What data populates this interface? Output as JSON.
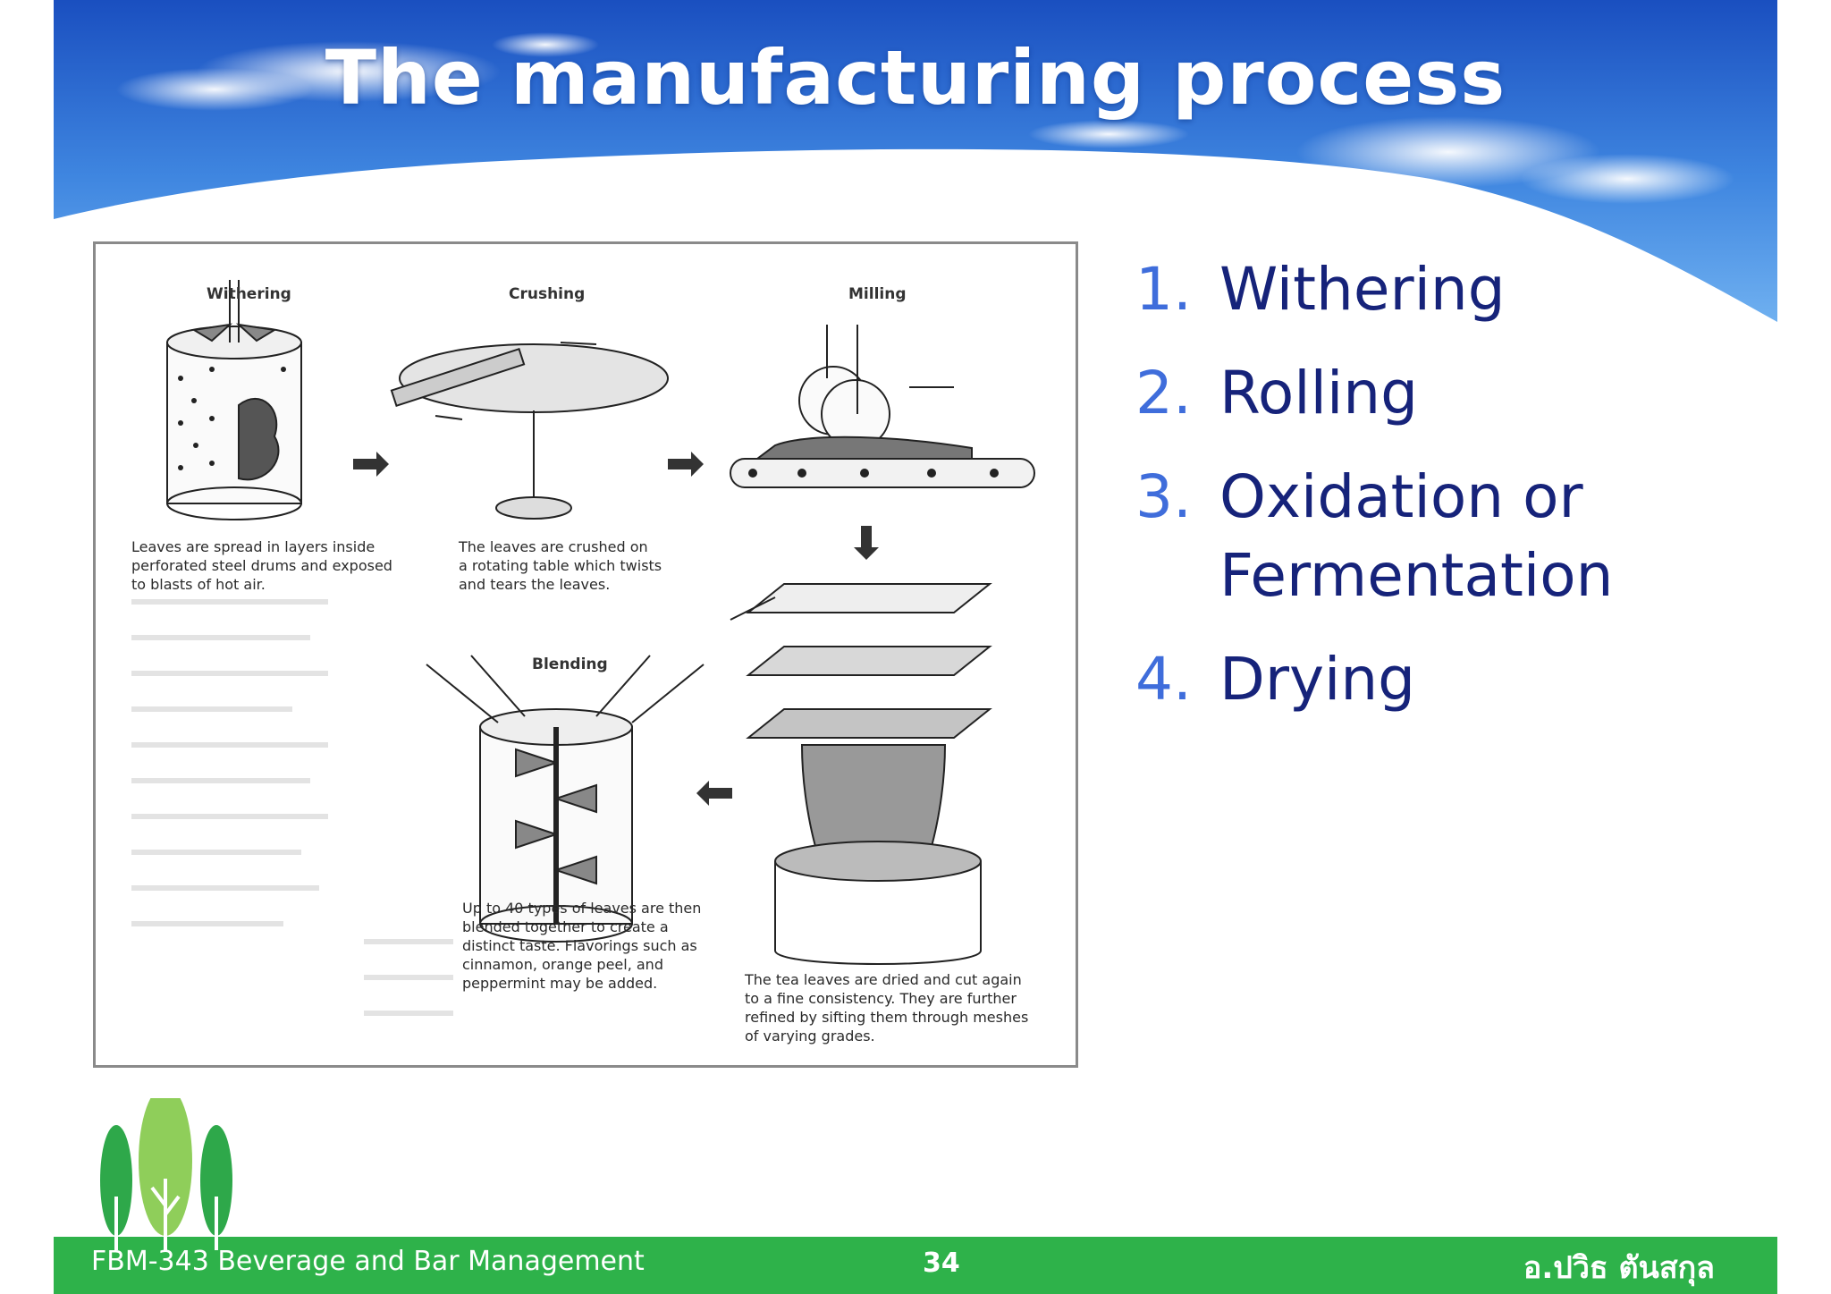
{
  "slide": {
    "title": "The manufacturing process",
    "steps": [
      {
        "num": "1.",
        "label": "Withering"
      },
      {
        "num": "2.",
        "label": "Rolling"
      },
      {
        "num": "3.",
        "label": "Oxidation or Fermentation"
      },
      {
        "num": "4.",
        "label": "Drying"
      }
    ]
  },
  "figure": {
    "labels": {
      "withering": "Withering",
      "crushing": "Crushing",
      "milling": "Milling",
      "blending": "Blending"
    },
    "captions": {
      "withering": "Leaves are spread in layers inside\nperforated steel drums and exposed\nto blasts of hot air.",
      "crushing": "The leaves are crushed on\na rotating table which twists\nand tears the leaves.",
      "blending": "Up to 40 types of leaves are then\nblended together to create a\ndistinct taste. Flavorings such as\ncinnamon, orange peel, and\npeppermint may be added.",
      "drying": "The tea leaves are dried and cut again\nto a fine consistency. They are further\nrefined by sifting them through meshes\nof varying grades."
    }
  },
  "footer": {
    "course": "FBM-343 Beverage and Bar Management",
    "page": "34",
    "author": "อ.ปวิธ ตันสกุล"
  },
  "colors": {
    "header_blue": "#1f5fc8",
    "step_text": "#16237a",
    "step_number": "#3f6ddb",
    "footer_green": "#2eb24a"
  }
}
